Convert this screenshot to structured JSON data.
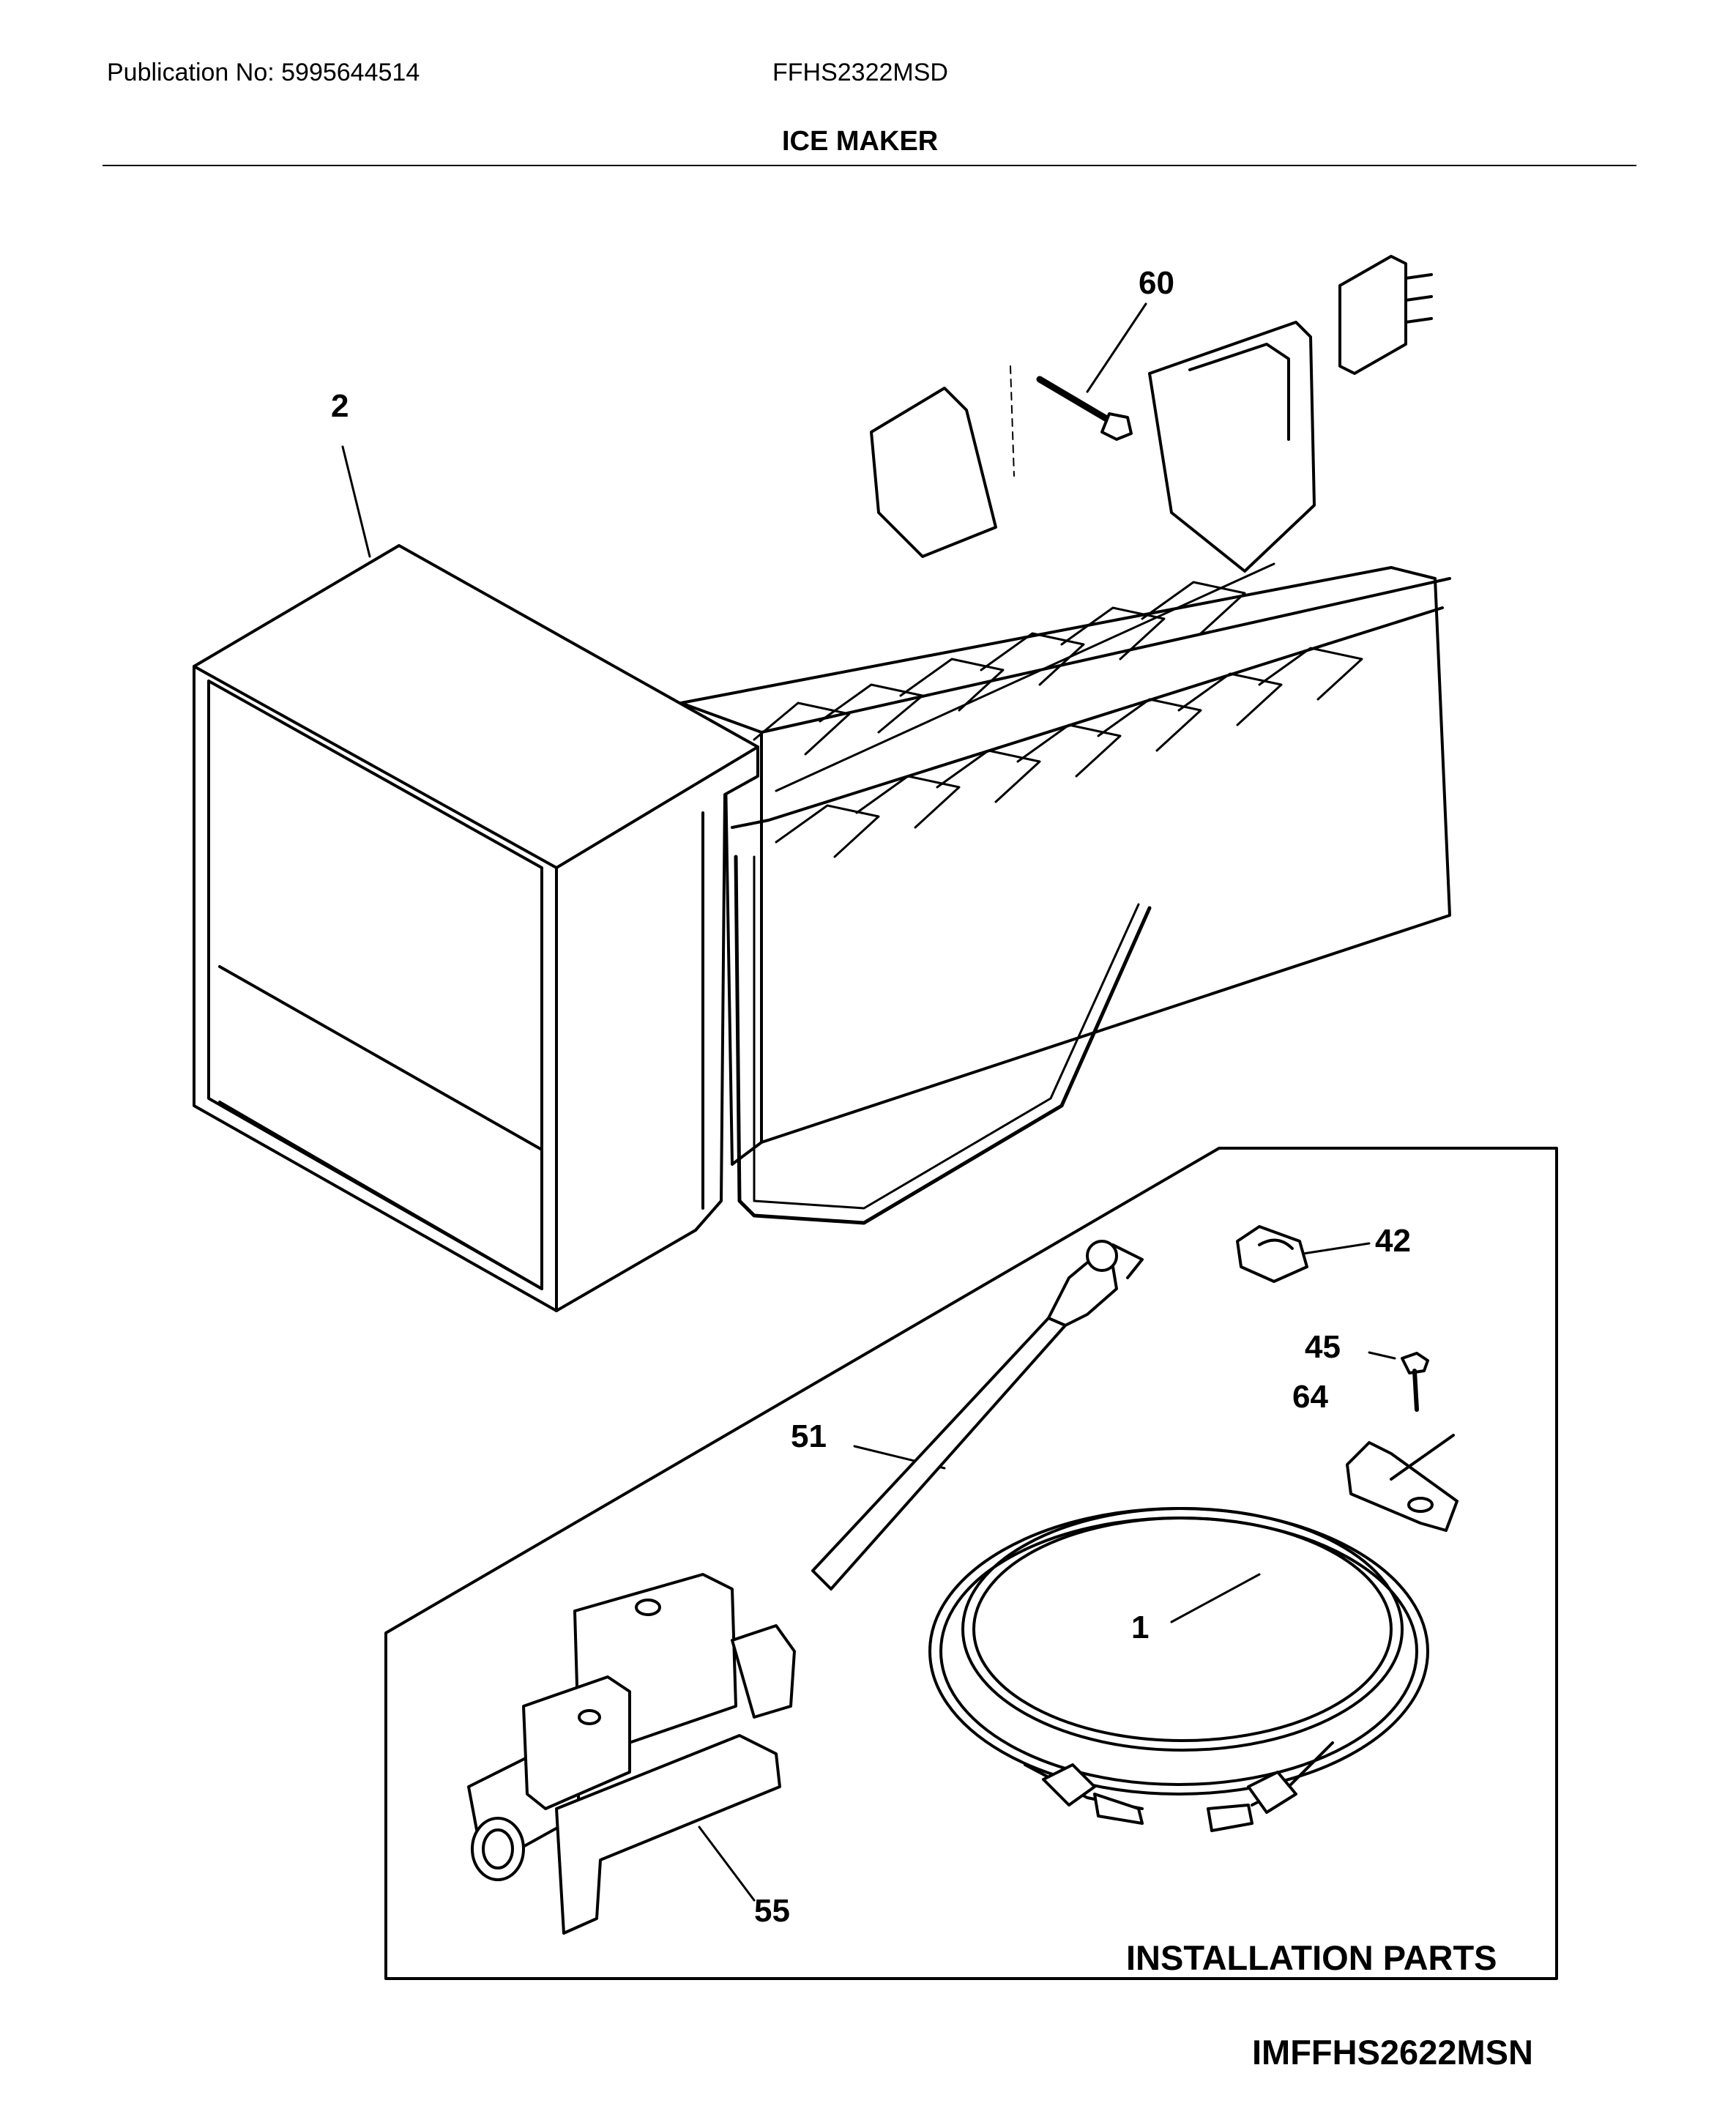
{
  "header": {
    "publication": "Publication No: 5995644514",
    "model": "FFHS2322MSD",
    "title": "ICE MAKER"
  },
  "callouts": {
    "c60": "60",
    "c2": "2",
    "c42": "42",
    "c45": "45",
    "c64": "64",
    "c51": "51",
    "c1": "1",
    "c55": "55"
  },
  "installation_box": {
    "label": "INSTALLATION PARTS"
  },
  "footer": {
    "reference": "IMFFHS2622MSN"
  }
}
